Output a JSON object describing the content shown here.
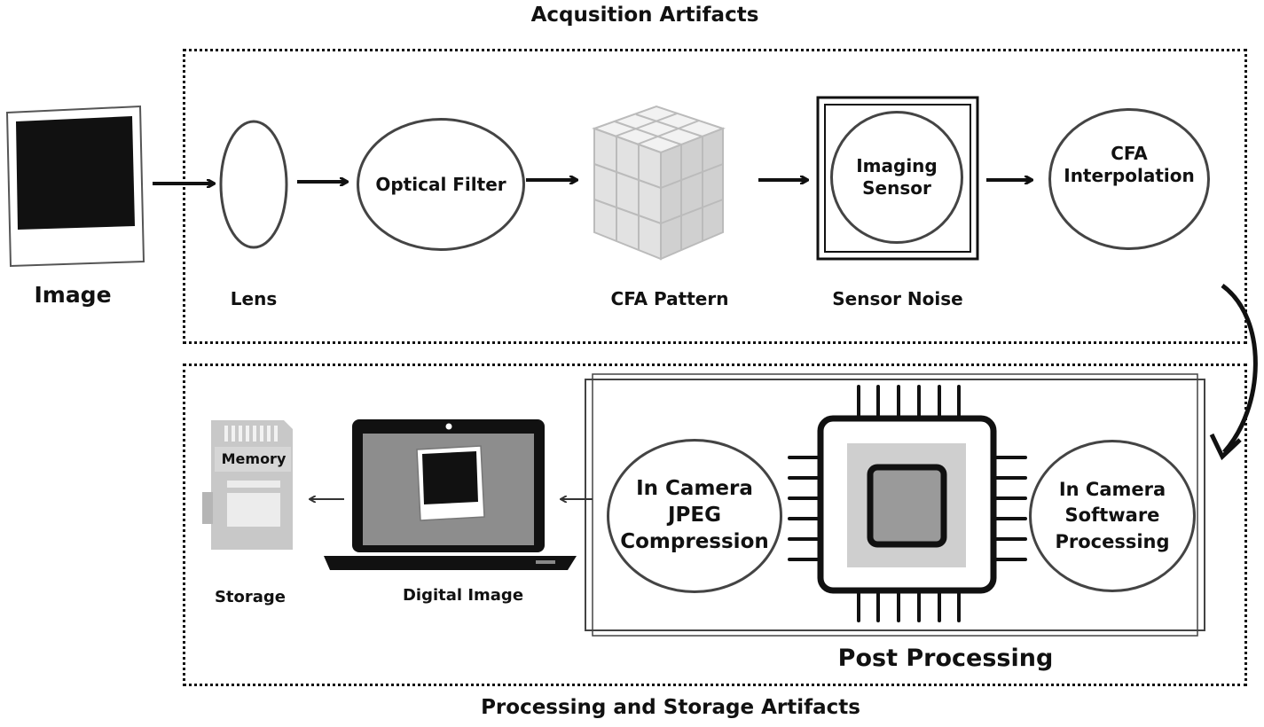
{
  "titles": {
    "acquisition": "Acqusition Artifacts",
    "processing_storage": "Processing and Storage  Artifacts",
    "post_processing": "Post  Processing"
  },
  "acquisition": {
    "input_label": "Image",
    "lens_label": "Lens",
    "optical_filter": "Optical Filter",
    "cfa_pattern_label": "CFA Pattern",
    "imaging_sensor": [
      "Imaging",
      "Sensor"
    ],
    "sensor_noise_label": "Sensor Noise",
    "cfa_interpolation": [
      "CFA",
      "Interpolation"
    ]
  },
  "processing": {
    "jpeg_compression": [
      "In Camera",
      "JPEG",
      "Compression"
    ],
    "software_processing": [
      "In Camera",
      "Software",
      "Processing"
    ],
    "digital_image_label": "Digital Image",
    "memory_label": "Memory",
    "storage_label": "Storage"
  },
  "icons": [
    "photo-icon",
    "lens-icon",
    "cfa-cube-icon",
    "image-sensor-icon",
    "chip-icon",
    "laptop-icon",
    "memory-card-icon"
  ]
}
